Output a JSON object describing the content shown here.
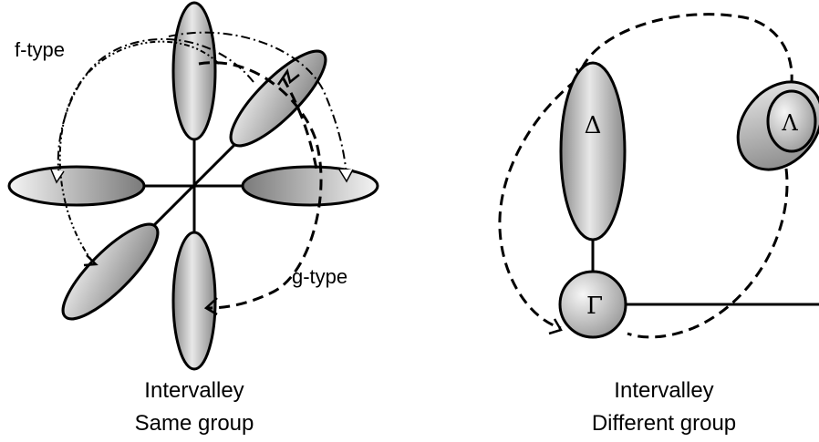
{
  "left_panel": {
    "f_label": "f-type",
    "g_label": "g-type",
    "caption_line1": "Intervalley",
    "caption_line2": "Same group"
  },
  "right_panel": {
    "delta_label": "Δ",
    "lambda_label": "Λ",
    "gamma_label": "Γ",
    "caption_line1": "Intervalley",
    "caption_line2": "Different group"
  }
}
